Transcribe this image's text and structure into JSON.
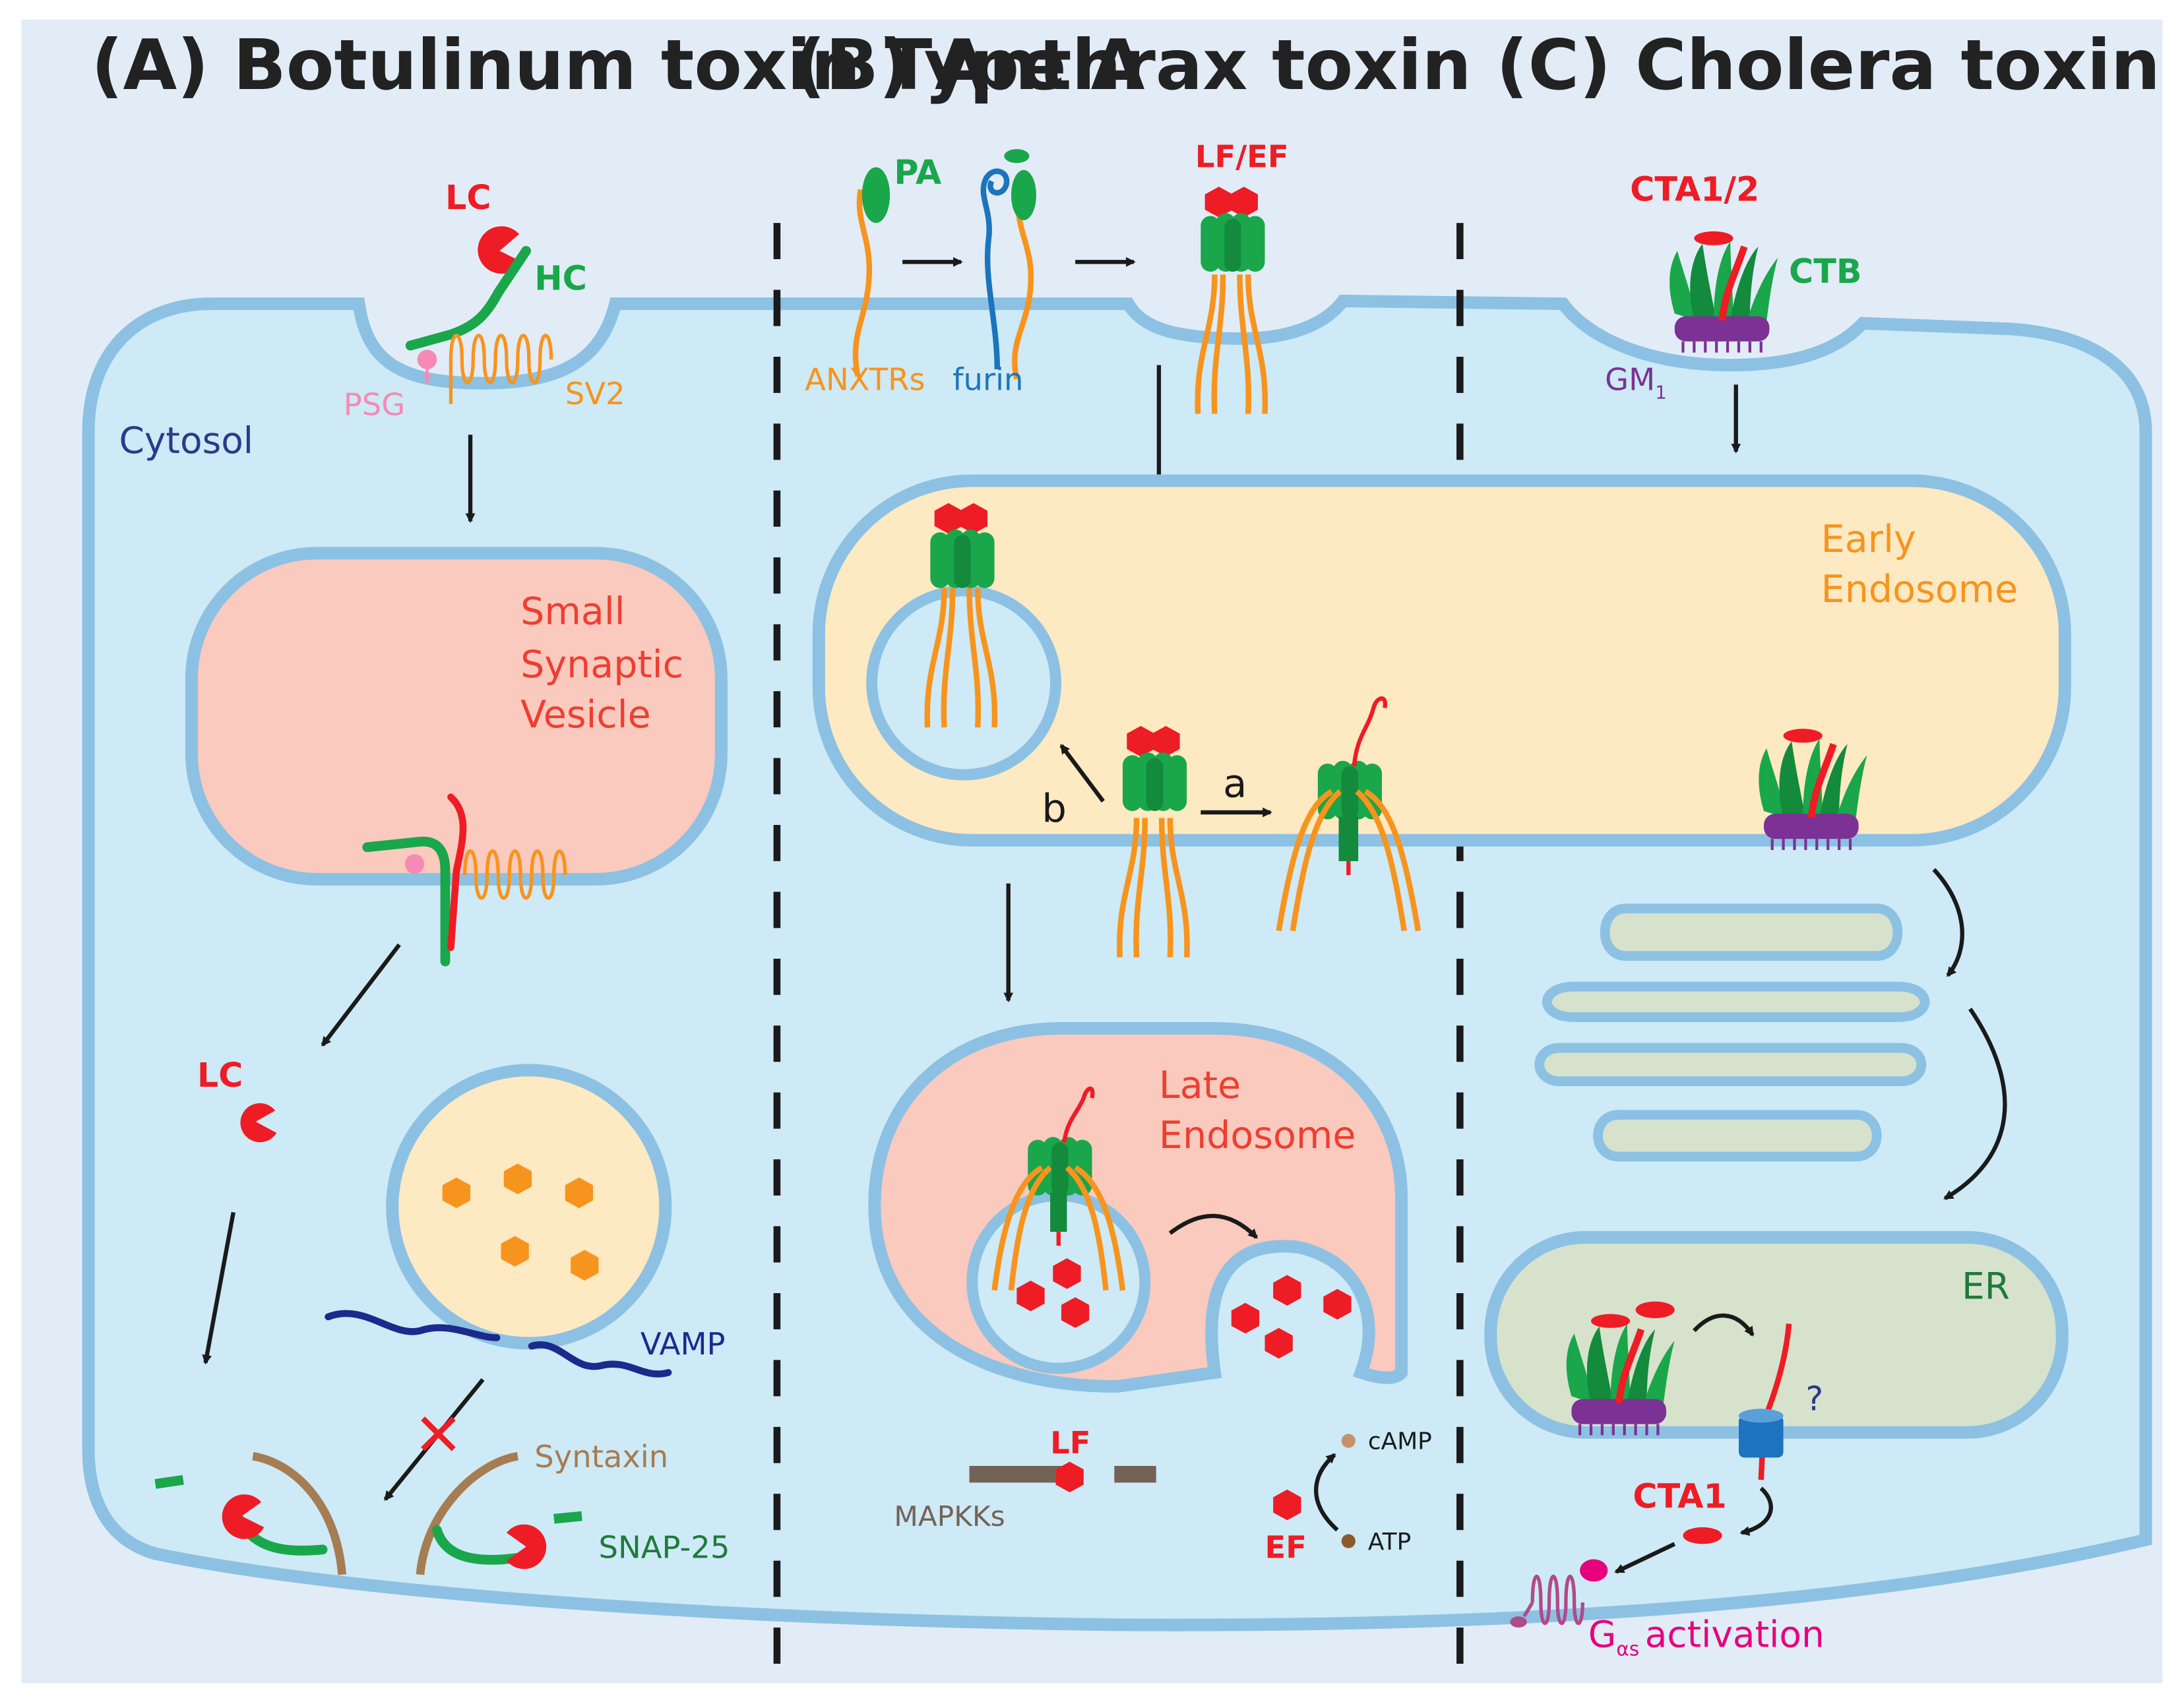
{
  "panels": {
    "a_title": "(A) Botulinum toxin Type A",
    "b_title": "(B) Anthrax toxin",
    "c_title": "(C) Cholera toxin"
  },
  "labels": {
    "lc_top": "LC",
    "hc": "HC",
    "psg": "PSG",
    "sv2": "SV2",
    "cytosol": "Cytosol",
    "small_synaptic_vesicle": [
      "Small",
      "Synaptic",
      "Vesicle"
    ],
    "lc_mid": "LC",
    "vamp": "VAMP",
    "syntaxin": "Syntaxin",
    "snap25": "SNAP-25",
    "pa": "PA",
    "anxtrs": "ANXTRs",
    "furin": "furin",
    "lf_ef": "LF/EF",
    "path_a": "a",
    "path_b": "b",
    "late_endosome": [
      "Late",
      "Endosome"
    ],
    "lf": "LF",
    "mapkks": "MAPKKs",
    "camp": "cAMP",
    "atp": "ATP",
    "ef": "EF",
    "cta12": "CTA1/2",
    "ctb": "CTB",
    "gm1": "GM",
    "gm1_sub": "1",
    "early_endosome": [
      "Early",
      "Endosome"
    ],
    "er": "ER",
    "question": "?",
    "cta1": "CTA1",
    "gas_g": "G",
    "gas_sub": "αs",
    "gas_activation": "activation"
  },
  "colors": {
    "background": "#e2ecf7",
    "cytosol_fill": "#cdeaf6",
    "membrane": "#8cc1e3",
    "vesicle_pink": "#f9cabd",
    "endosome_yellow": "#fde9c2",
    "er_green": "#d6e2cc",
    "toxin_red": "#ee1c25",
    "toxin_green": "#1aa64a",
    "receptor_orange": "#f7941d",
    "furin_blue": "#1c75bc",
    "gm1_purple": "#7b3294",
    "psg_pink": "#f58ab4",
    "gas_magenta": "#e6007e",
    "vamp_navy": "#1b2a8c",
    "syntaxin_brown": "#a67c52",
    "mapkk_gray": "#736357",
    "dark_green_text": "#1e7a3a",
    "channel_blue": "#1e73be"
  }
}
